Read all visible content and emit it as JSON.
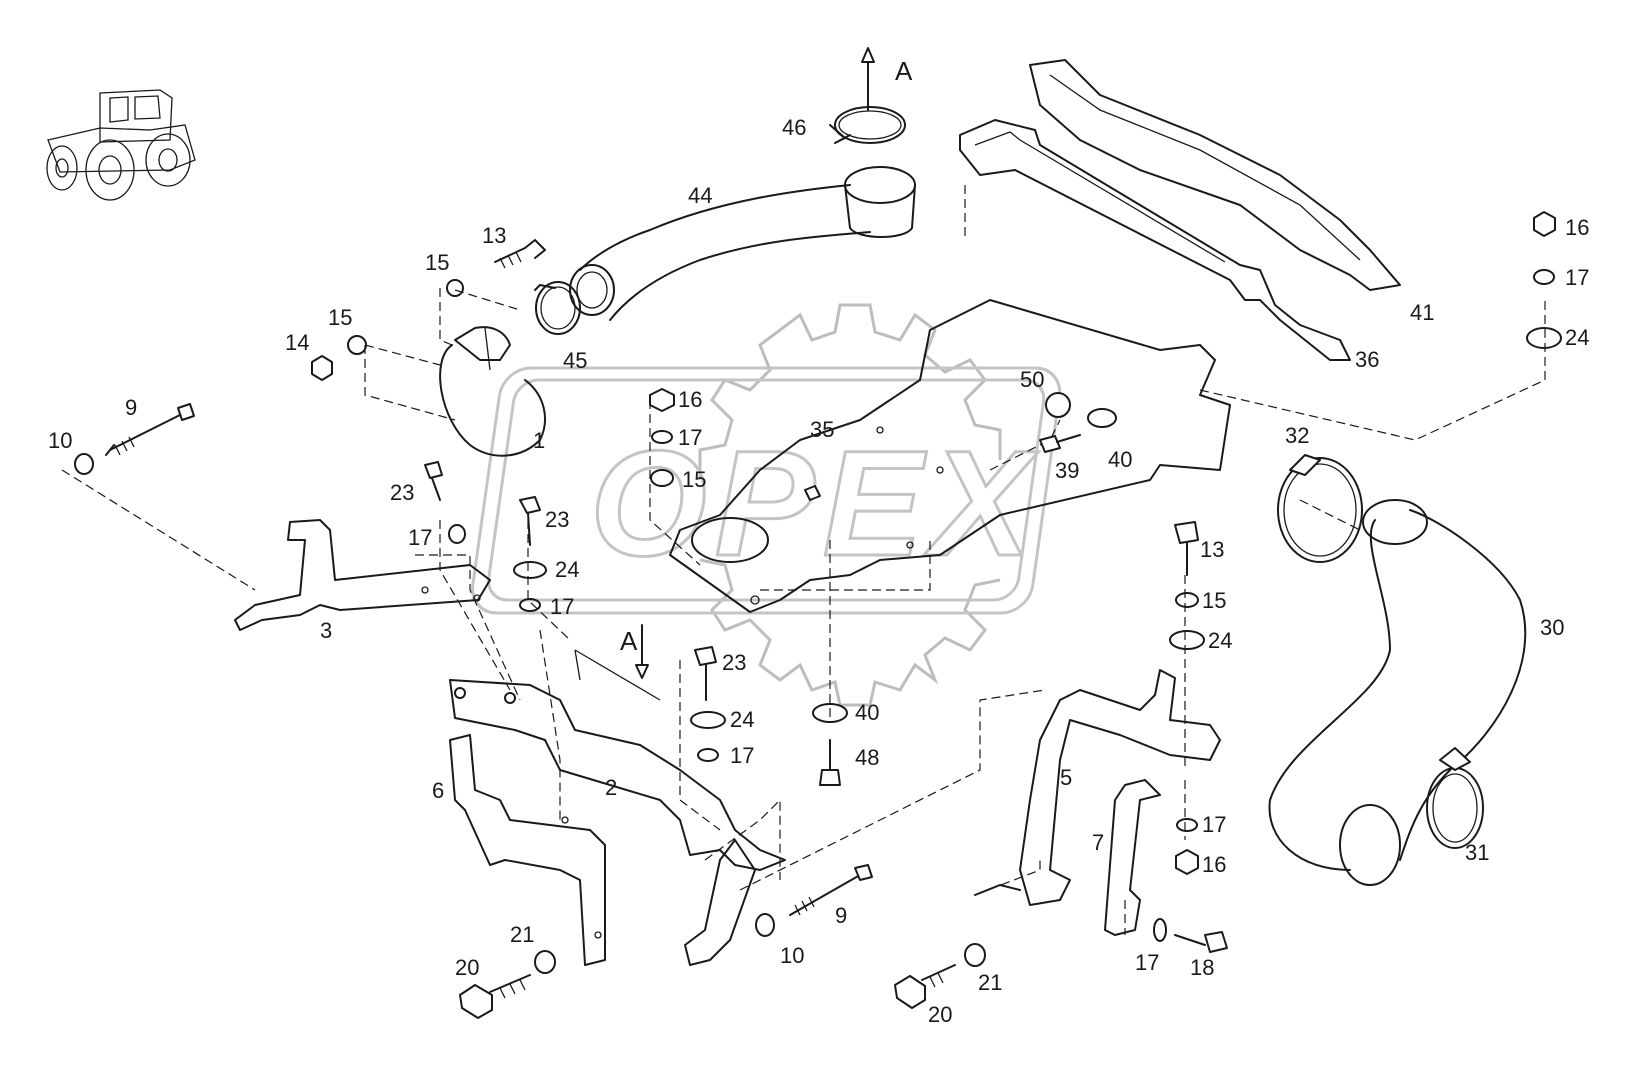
{
  "watermark": {
    "text": "OPEX"
  },
  "section_marks": [
    {
      "id": "top",
      "text": "A"
    },
    {
      "id": "mid",
      "text": "A"
    }
  ],
  "callouts": [
    {
      "id": "c1",
      "text": "1"
    },
    {
      "id": "c2",
      "text": "2"
    },
    {
      "id": "c3",
      "text": "3"
    },
    {
      "id": "c5",
      "text": "5"
    },
    {
      "id": "c6",
      "text": "6"
    },
    {
      "id": "c7",
      "text": "7"
    },
    {
      "id": "c9a",
      "text": "9"
    },
    {
      "id": "c9b",
      "text": "9"
    },
    {
      "id": "c10a",
      "text": "10"
    },
    {
      "id": "c10b",
      "text": "10"
    },
    {
      "id": "c13a",
      "text": "13"
    },
    {
      "id": "c13b",
      "text": "13"
    },
    {
      "id": "c14",
      "text": "14"
    },
    {
      "id": "c15a",
      "text": "15"
    },
    {
      "id": "c15b",
      "text": "15"
    },
    {
      "id": "c15c",
      "text": "15"
    },
    {
      "id": "c15d",
      "text": "15"
    },
    {
      "id": "c16a",
      "text": "16"
    },
    {
      "id": "c16b",
      "text": "16"
    },
    {
      "id": "c16c",
      "text": "16"
    },
    {
      "id": "c17a",
      "text": "17"
    },
    {
      "id": "c17b",
      "text": "17"
    },
    {
      "id": "c17c",
      "text": "17"
    },
    {
      "id": "c17d",
      "text": "17"
    },
    {
      "id": "c17e",
      "text": "17"
    },
    {
      "id": "c17f",
      "text": "17"
    },
    {
      "id": "c17g",
      "text": "17"
    },
    {
      "id": "c18",
      "text": "18"
    },
    {
      "id": "c20a",
      "text": "20"
    },
    {
      "id": "c20b",
      "text": "20"
    },
    {
      "id": "c21a",
      "text": "21"
    },
    {
      "id": "c21b",
      "text": "21"
    },
    {
      "id": "c23a",
      "text": "23"
    },
    {
      "id": "c23b",
      "text": "23"
    },
    {
      "id": "c23c",
      "text": "23"
    },
    {
      "id": "c24a",
      "text": "24"
    },
    {
      "id": "c24b",
      "text": "24"
    },
    {
      "id": "c24c",
      "text": "24"
    },
    {
      "id": "c24d",
      "text": "24"
    },
    {
      "id": "c30",
      "text": "30"
    },
    {
      "id": "c31",
      "text": "31"
    },
    {
      "id": "c32",
      "text": "32"
    },
    {
      "id": "c35",
      "text": "35"
    },
    {
      "id": "c36",
      "text": "36"
    },
    {
      "id": "c39",
      "text": "39"
    },
    {
      "id": "c40a",
      "text": "40"
    },
    {
      "id": "c40b",
      "text": "40"
    },
    {
      "id": "c41",
      "text": "41"
    },
    {
      "id": "c44",
      "text": "44"
    },
    {
      "id": "c45",
      "text": "45"
    },
    {
      "id": "c46",
      "text": "46"
    },
    {
      "id": "c48",
      "text": "48"
    },
    {
      "id": "c50",
      "text": "50"
    }
  ]
}
